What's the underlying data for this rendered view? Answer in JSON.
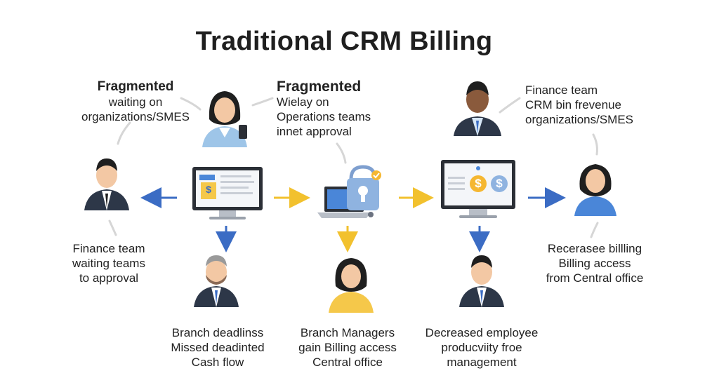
{
  "title": "Traditional CRM Billing",
  "labels": {
    "top_left": {
      "heading": "Fragmented",
      "line1": "waiting on",
      "line2": "organizations/SMES"
    },
    "top_center": {
      "heading": "Fragmented",
      "line1": "Wielay on",
      "line2": "Operations teams",
      "line3": "innet approval"
    },
    "top_right": {
      "line1": "Finance team",
      "line2": "CRM bin frevenue",
      "line3": "organizations/SMES"
    },
    "left": {
      "line1": "Finance team",
      "line2": "waiting teams",
      "line3": "to approval"
    },
    "right": {
      "line1": "Recerasee billling",
      "line2": "Billing access",
      "line3": "from Central office"
    },
    "bottom_1": {
      "line1": "Branch deadlinss",
      "line2": "Missed deadinted",
      "line3": "Cash flow"
    },
    "bottom_2": {
      "line1": "Branch Managers",
      "line2": "gain Billing access",
      "line3": "Central office"
    },
    "bottom_3": {
      "line1": "Decreased employee",
      "line2": "producviity froe",
      "line3": "management"
    }
  },
  "icons": {
    "monitor_1_badge": "$",
    "monitor_2_coin_1": "$",
    "monitor_2_coin_2": "$"
  },
  "colors": {
    "blue_arrow": "#3b6cc4",
    "yellow_arrow": "#f2c12e",
    "suit": "#2d3748",
    "shirt_blue": "#9ec5e8",
    "skin": "#f3c8a4",
    "hair": "#1f1f1f",
    "coin": "#f5b731",
    "lock": "#8fb3e0",
    "check": "#f5b731"
  }
}
